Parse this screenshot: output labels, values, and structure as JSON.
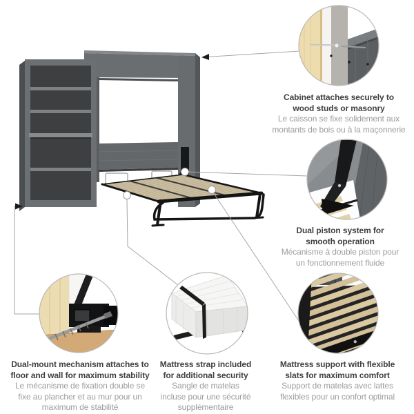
{
  "palette": {
    "background": "#ffffff",
    "cabinet_gray": "#6d7073",
    "cabinet_interior": "#3d3f41",
    "back_panel_gray": "#64676a",
    "deck_beige": "#cbbda0",
    "frame_black": "#1b1c1d",
    "wood_stud_beige": "#eddcae",
    "wall_gray": "#b6b3ae",
    "floor_tan": "#d3a977",
    "mattress_white": "#f2f2f2",
    "text_dark": "#3f3f3f",
    "text_muted": "#9c9c9c",
    "connector_line": "#a6a6a6",
    "circle_ring": "#b8b8b8"
  },
  "markers": {
    "dot": "white-circle-marker",
    "arrow": "black-arrowhead"
  },
  "callouts": [
    {
      "id": "wall-attachment",
      "connector": "arrow",
      "en": [
        "Cabinet attaches securely to",
        "wood studs or masonry"
      ],
      "fr": [
        "Le caisson se fixe solidement aux",
        "montants de bois ou à la maçonnerie"
      ]
    },
    {
      "id": "piston",
      "connector": "dot",
      "en": [
        "Dual piston system for",
        "smooth operation"
      ],
      "fr": [
        "Mécanisme à double piston pour",
        "un fonctionnement fluide"
      ]
    },
    {
      "id": "dual-mount",
      "connector": "arrow",
      "en": [
        "Dual-mount mechanism attaches to",
        "floor and wall for maximum stability"
      ],
      "fr": [
        "Le mécanisme de fixation double se",
        "fixe au plancher et au mur pour un",
        "maximum de stabilité"
      ]
    },
    {
      "id": "mattress-strap",
      "connector": "dot",
      "en": [
        "Mattress strap included",
        "for additional security"
      ],
      "fr": [
        "Sangle de matelas",
        "incluse pour une sécurité",
        "supplémentaire"
      ]
    },
    {
      "id": "flexible-slats",
      "connector": "dot",
      "en": [
        "Mattress support with flexible",
        "slats for maximum comfort"
      ],
      "fr": [
        "Support de matelas avec lattes",
        "flexibles pour un confort optimal"
      ]
    }
  ]
}
